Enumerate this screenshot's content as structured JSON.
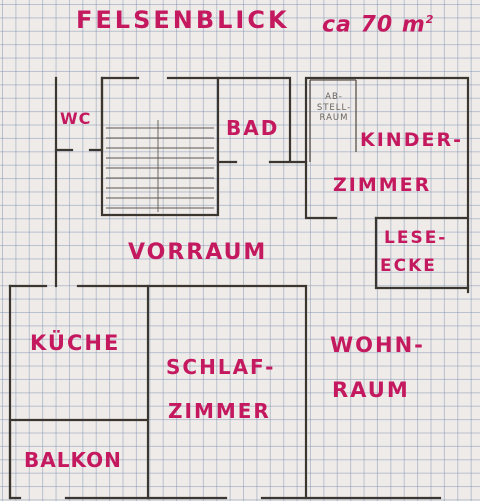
{
  "title": "FELSENBLICK",
  "area": {
    "prefix": "ca 70 m",
    "superscript": "2"
  },
  "rooms": {
    "wc": "WC",
    "bad": "BAD",
    "abstellraum": {
      "line1": "AB-",
      "line2": "STELL-",
      "line3": "RAUM"
    },
    "kinderzimmer": {
      "line1": "KINDER-",
      "line2": "ZIMMER"
    },
    "vorraum": "VORRAUM",
    "leseecke": {
      "line1": "LESE-",
      "line2": "ECKE"
    },
    "kueche": "KÜCHE",
    "schlafzimmer": {
      "line1": "SCHLAF-",
      "line2": "ZIMMER"
    },
    "wohnraum": {
      "line1": "WOHN-",
      "line2": "RAUM"
    },
    "balkon": "BALKON"
  },
  "colors": {
    "ink": "#c4195e",
    "pencil": "#3c3631",
    "grid": "#7f8caf",
    "paper": "#eeebe8"
  }
}
